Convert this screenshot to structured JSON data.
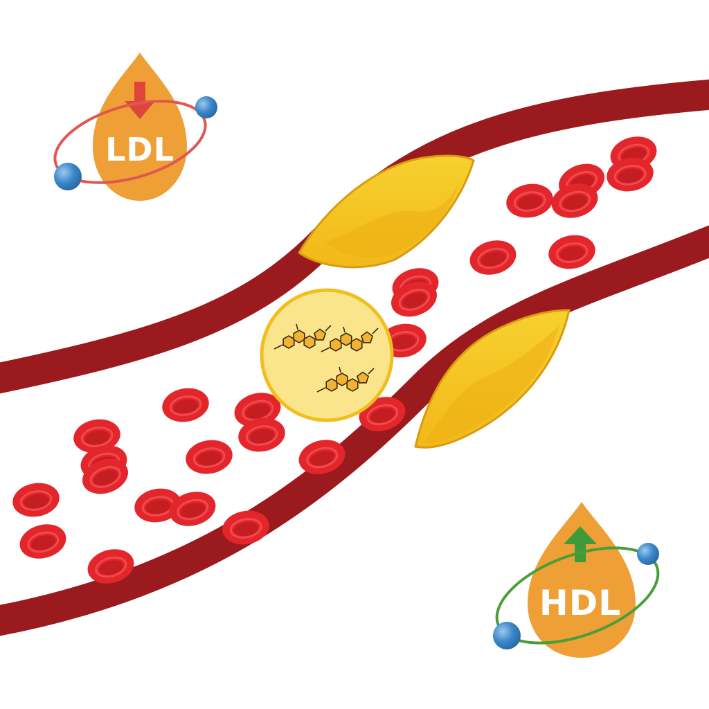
{
  "colors": {
    "background": "#ffffff",
    "artery_wall": "#9b1a1e",
    "plaque_fill": "#f5c518",
    "plaque_edge": "#e3a30f",
    "rbc_fill": "#e3262b",
    "rbc_center": "#c41d22",
    "cholesterol_bubble": "#fbe58c",
    "cholesterol_ring": "#f0bf1e",
    "molecule_fill": "#f2b233",
    "molecule_line": "#3a2a12",
    "drop_fill": "#eea036",
    "ldl_orbit": "#e05650",
    "ldl_arrow": "#e0453b",
    "hdl_orbit": "#4a9e3a",
    "hdl_arrow": "#3f9a3a",
    "orbit_ball": "#3a87c9"
  },
  "badges": {
    "ldl": {
      "label": "LDL",
      "arrow": "arrow-down-icon",
      "trend": "down"
    },
    "hdl": {
      "label": "HDL",
      "arrow": "arrow-up-icon",
      "trend": "up"
    }
  },
  "elements": {
    "artery": "artery-vessel",
    "plaques": [
      "plaque-upper",
      "plaque-lower"
    ],
    "cholesterol": "cholesterol-molecule-bubble",
    "cells": "red-blood-cell"
  }
}
